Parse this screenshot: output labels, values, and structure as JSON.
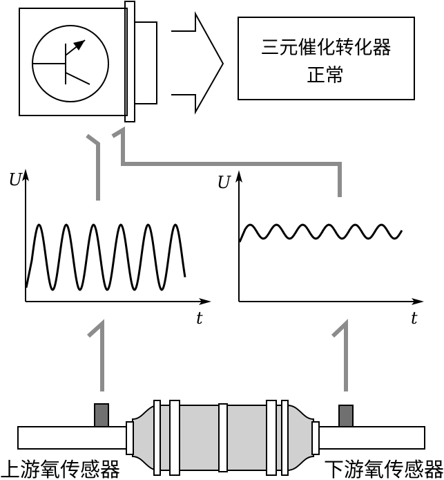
{
  "status_box": {
    "line1": "三元催化转化器",
    "line2": "正常"
  },
  "upstream_sensor": {
    "label": "上游氧传感器"
  },
  "downstream_sensor": {
    "label": "下游氧传感器"
  },
  "upstream_graph": {
    "y_label": "U",
    "x_label": "t"
  },
  "downstream_graph": {
    "y_label": "U",
    "x_label": "t"
  },
  "colors": {
    "line": "#000000",
    "connector": "#8c8c8c",
    "converter_body": "#d0d0d0",
    "sensor_tip": "#707070"
  }
}
